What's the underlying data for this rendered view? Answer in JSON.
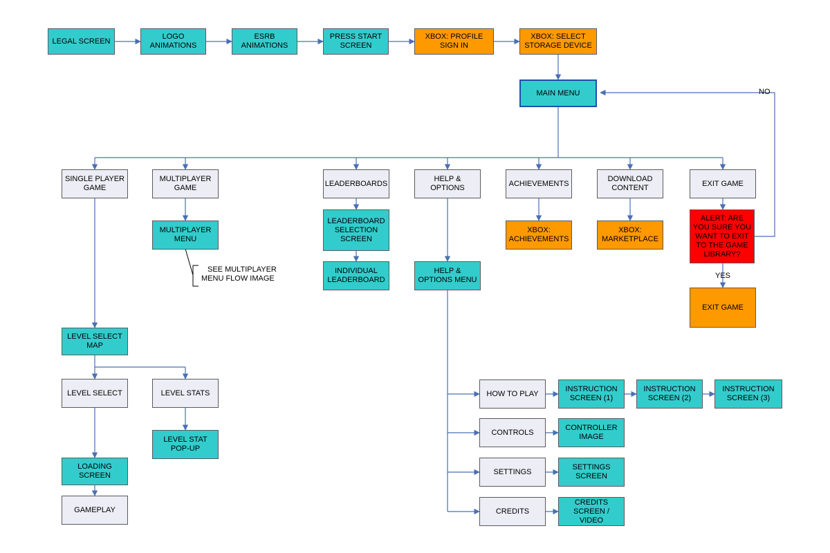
{
  "colors": {
    "teal": "#33cccc",
    "orange": "#ff9900",
    "red": "#ff0000",
    "light": "#ecedf5",
    "connector": "#4a6fb5"
  },
  "diagram": {
    "nodes": {
      "legal_screen": "LEGAL SCREEN",
      "logo_animations": "LOGO ANIMATIONS",
      "esrb_animations": "ESRB ANIMATIONS",
      "press_start_screen": "PRESS START SCREEN",
      "xbox_profile_sign_in": "XBOX: PROFILE SIGN IN",
      "xbox_select_storage": "XBOX: SELECT STORAGE DEVICE",
      "main_menu": "MAIN MENU",
      "single_player_game": "SINGLE PLAYER GAME",
      "multiplayer_game": "MULTIPLAYER GAME",
      "leaderboards": "LEADERBOARDS",
      "help_options": "HELP & OPTIONS",
      "achievements": "ACHIEVEMENTS",
      "download_content": "DOWNLOAD CONTENT",
      "exit_game": "EXIT GAME",
      "multiplayer_menu": "MULTIPLAYER MENU",
      "leaderboard_selection_screen": "LEADERBOARD SELECTION SCREEN",
      "individual_leaderboard": "INDIVIDUAL LEADERBOARD",
      "help_options_menu": "HELP & OPTIONS MENU",
      "xbox_achievements": "XBOX: ACHIEVEMENTS",
      "xbox_marketplace": "XBOX: MARKETPLACE",
      "exit_alert": "ALERT: ARE YOU SURE YOU WANT TO EXIT TO THE GAME LIBRARY?",
      "exit_game_final": "EXIT GAME",
      "level_select_map": "LEVEL SELECT MAP",
      "level_select": "LEVEL SELECT",
      "level_stats": "LEVEL STATS",
      "level_stat_popup": "LEVEL STAT POP-UP",
      "loading_screen": "LOADING SCREEN",
      "gameplay": "GAMEPLAY",
      "how_to_play": "HOW TO PLAY",
      "instruction_screen_1": "INSTRUCTION SCREEN (1)",
      "instruction_screen_2": "INSTRUCTION SCREEN (2)",
      "instruction_screen_3": "INSTRUCTION SCREEN (3)",
      "controls": "CONTROLS",
      "controller_image": "CONTROLLER IMAGE",
      "settings": "SETTINGS",
      "settings_screen": "SETTINGS SCREEN",
      "credits": "CREDITS",
      "credits_screen_video": "CREDITS SCREEN / VIDEO"
    },
    "labels": {
      "see_multiplayer_line1": "SEE MULTIPLAYER",
      "see_multiplayer_line2": "MENU FLOW IMAGE",
      "no": "NO",
      "yes": "YES"
    }
  }
}
